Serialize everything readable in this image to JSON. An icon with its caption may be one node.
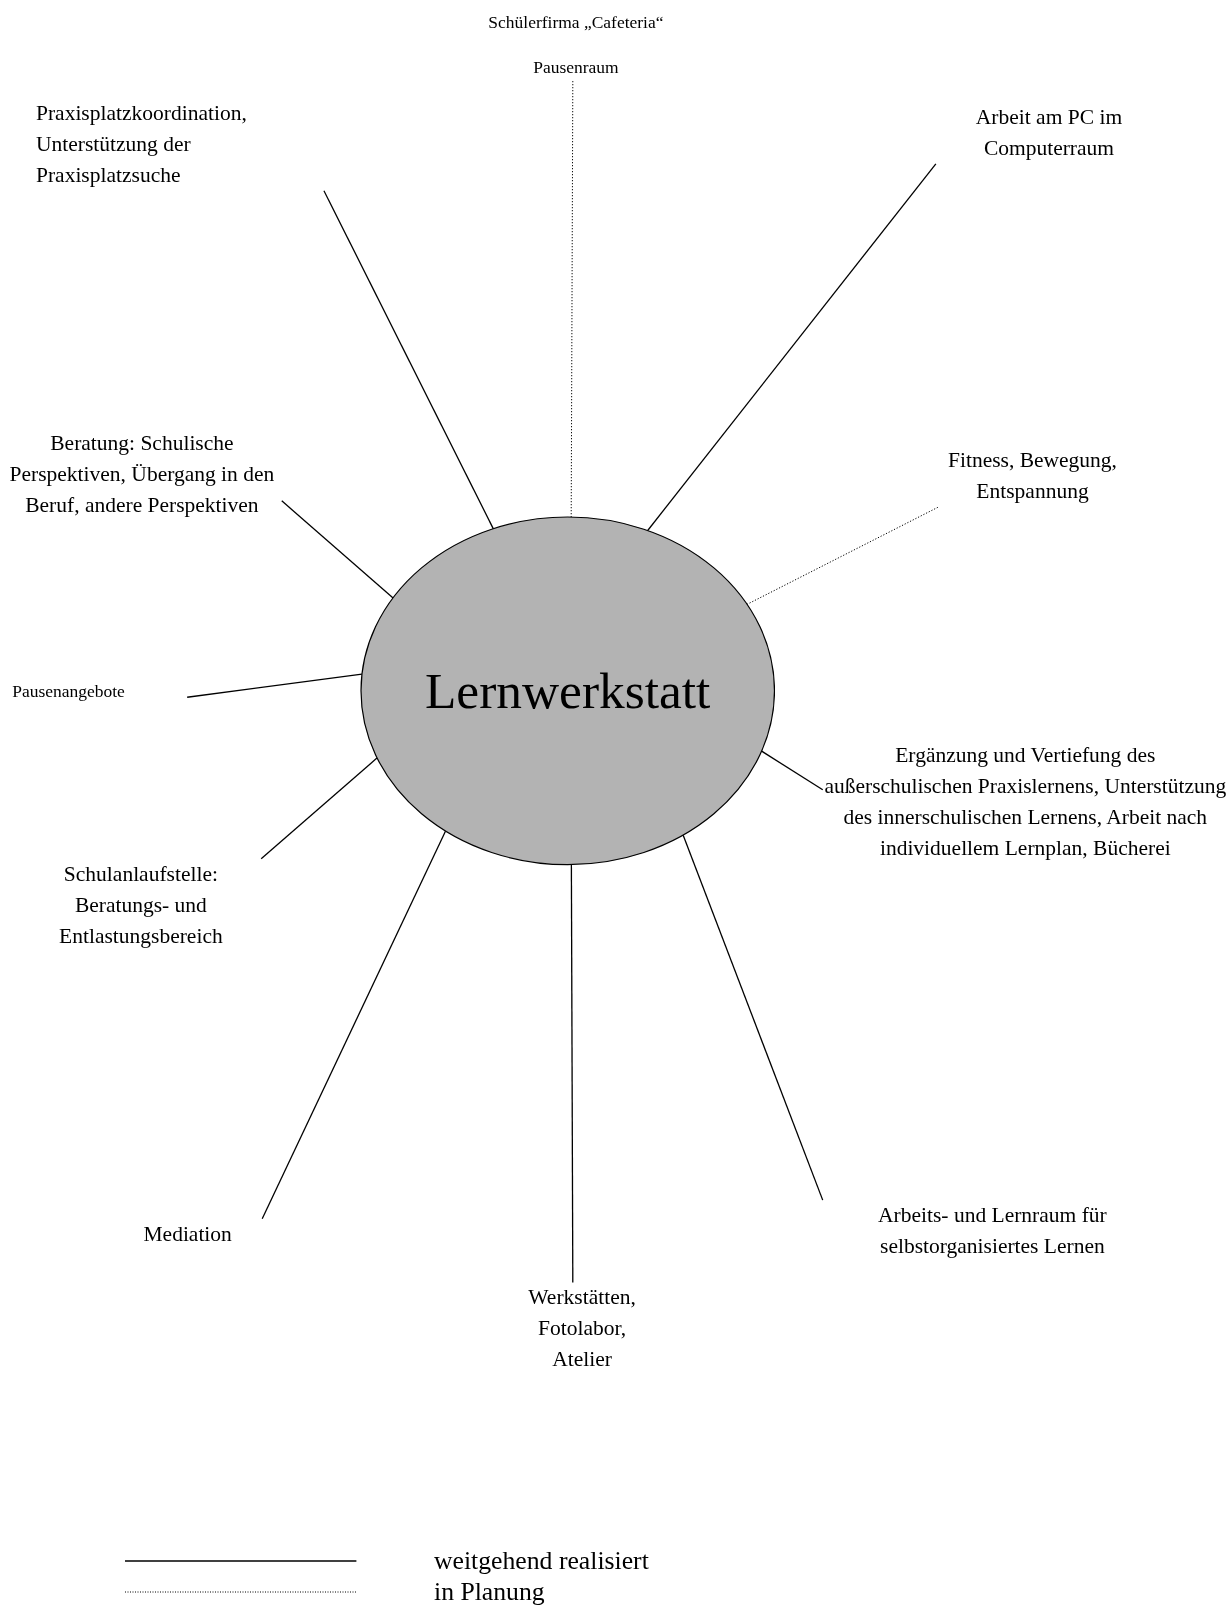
{
  "diagram": {
    "nodes": [
      {
        "text": [
          "Schülerfirma „Cafeteria“",
          "Pausenraum"
        ]
      },
      {
        "text": [
          "Praxisplatzkoordination, Unterstützung der Praxisplatzsuche"
        ]
      },
      {
        "text": [
          "Arbeit am PC im Computerraum"
        ]
      },
      {
        "text": [
          "Beratung: Schulische Perspektiven, Übergang in den Beruf, andere Perspektiven"
        ]
      },
      {
        "text": [
          "Fitness, Bewegung, Entspannung"
        ]
      },
      {
        "text": [
          "Lernwerkstatt"
        ]
      },
      {
        "text": [
          "Pausenangebote"
        ]
      },
      {
        "text": [
          "Ergänzung und Vertiefung des außerschulischen Praxislernens, Unterstützung des innerschulischen Lernens, Arbeit nach individuellem Lernplan, Bücherei"
        ]
      },
      {
        "text": [
          "Schulanlaufstelle: Beratungs- und Entlastungsbereich"
        ]
      },
      {
        "text": [
          "Mediation"
        ]
      },
      {
        "text": [
          "Arbeits- und Lernraum für selbstorganisiertes Lernen"
        ]
      },
      {
        "text": [
          "Werkstätten, Fotolabor, Atelier"
        ]
      }
    ],
    "edges": [
      {
        "from": 5,
        "to": 0,
        "arrow": "none",
        "style": "dashed"
      },
      {
        "from": 5,
        "to": 1,
        "arrow": "none"
      },
      {
        "from": 5,
        "to": 2,
        "arrow": "none"
      },
      {
        "from": 5,
        "to": 3,
        "arrow": "none"
      },
      {
        "from": 5,
        "to": 4,
        "arrow": "none",
        "style": "dashed"
      },
      {
        "from": 5,
        "to": 6,
        "arrow": "none"
      },
      {
        "from": 5,
        "to": 7,
        "arrow": "none"
      },
      {
        "from": 5,
        "to": 8,
        "arrow": "none"
      },
      {
        "from": 5,
        "to": 9,
        "arrow": "none"
      },
      {
        "from": 5,
        "to": 10,
        "arrow": "none"
      },
      {
        "from": 5,
        "to": 11,
        "arrow": "none"
      }
    ],
    "legend": [
      {
        "text": "weitgehend realisiert"
      },
      {
        "text": "in Planung"
      }
    ]
  }
}
